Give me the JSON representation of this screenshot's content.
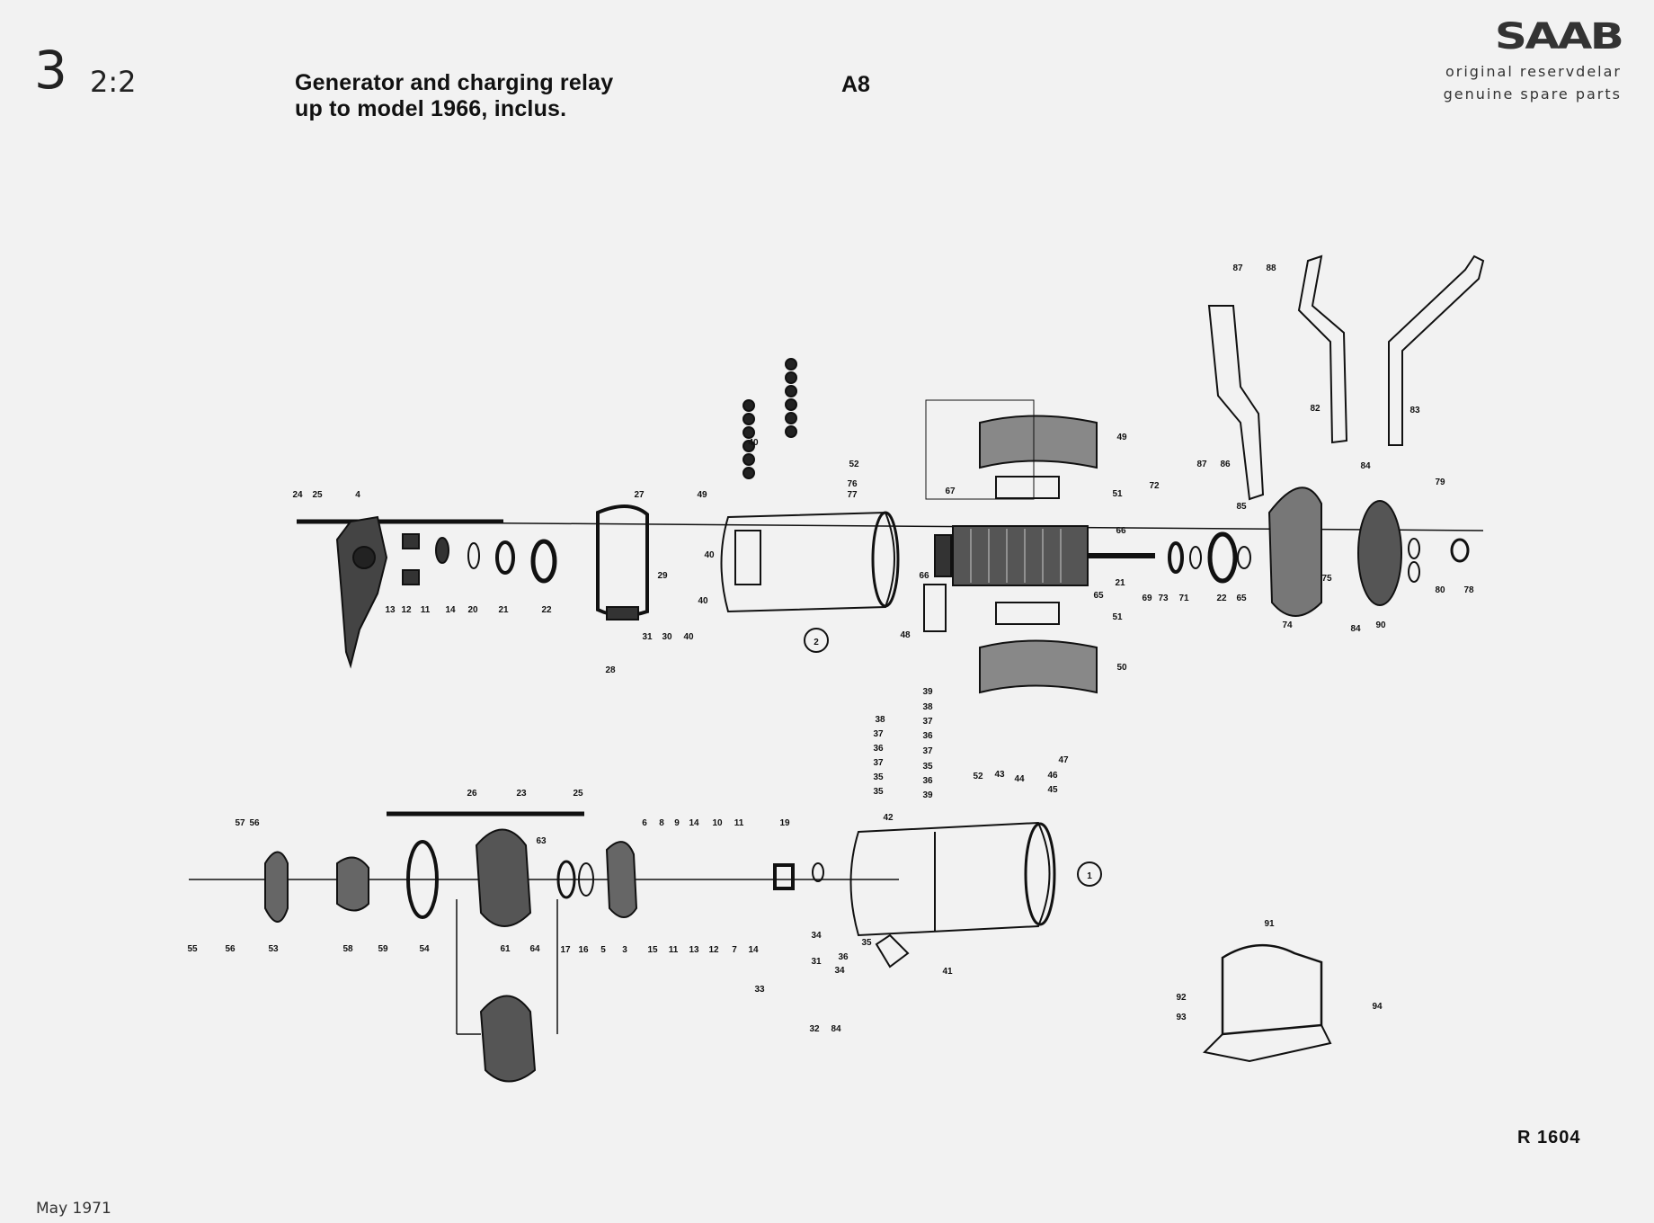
{
  "header": {
    "page_number": "3",
    "section": "2:2",
    "title_line1": "Generator and charging relay",
    "title_line2": "up to model 1966, inclus.",
    "code": "A8"
  },
  "brand": {
    "logo": "SAAB",
    "line1": "original reservdelar",
    "line2": "genuine spare parts"
  },
  "footer": {
    "reference": "R 1604",
    "date": "May 1971"
  },
  "assemblies": {
    "upper": "2",
    "lower": "1"
  },
  "part_labels": {
    "upper": [
      "24",
      "25",
      "4",
      "13",
      "12",
      "11",
      "14",
      "20",
      "21",
      "22",
      "27",
      "49",
      "29",
      "40",
      "31",
      "30",
      "40",
      "28",
      "40",
      "40",
      "52",
      "76",
      "77",
      "67",
      "66",
      "66",
      "65",
      "21",
      "49",
      "51",
      "51",
      "48",
      "50",
      "72",
      "69",
      "73",
      "71",
      "22",
      "65",
      "87",
      "86",
      "85",
      "84",
      "74",
      "75",
      "84",
      "90",
      "79",
      "80",
      "78",
      "87",
      "88",
      "82",
      "83"
    ],
    "lower": [
      "57",
      "56",
      "55",
      "56",
      "53",
      "58",
      "59",
      "54",
      "61",
      "64",
      "26",
      "23",
      "25",
      "63",
      "17",
      "16",
      "5",
      "3",
      "6",
      "8",
      "9",
      "14",
      "15",
      "11",
      "13",
      "12",
      "7",
      "14",
      "10",
      "11",
      "19",
      "42",
      "38",
      "37",
      "36",
      "37",
      "35",
      "35",
      "39",
      "38",
      "37",
      "36",
      "37",
      "35",
      "36",
      "39",
      "52",
      "43",
      "44",
      "47",
      "46",
      "45",
      "34",
      "35",
      "36",
      "34",
      "31",
      "33",
      "32",
      "84",
      "41",
      "91",
      "92",
      "93",
      "94"
    ]
  },
  "colors": {
    "ink": "#111111",
    "paper": "#f2f2f2"
  }
}
